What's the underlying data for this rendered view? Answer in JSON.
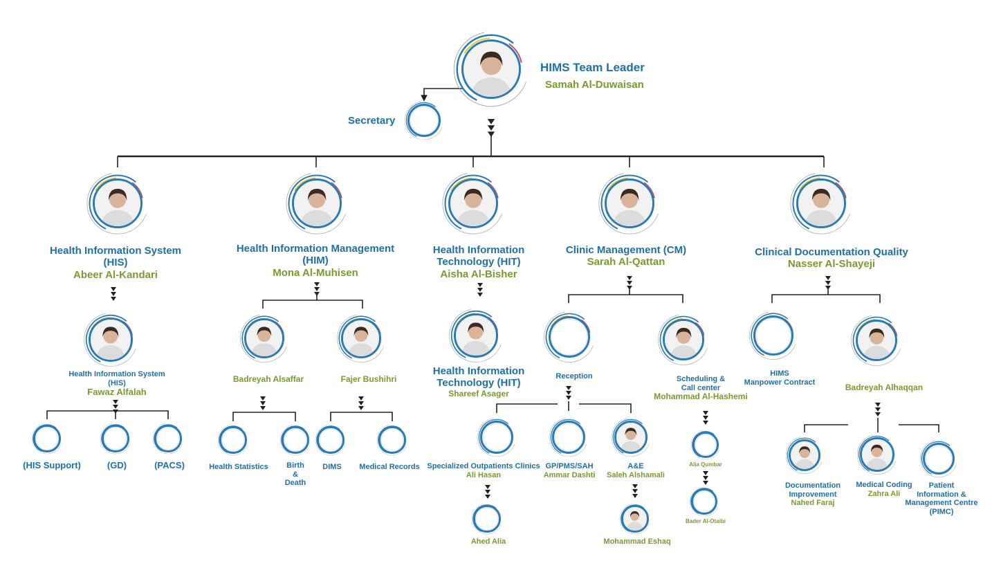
{
  "leader": {
    "title": "HIMS Team Leader",
    "name": "Samah Al-Duwaisan"
  },
  "secretary": {
    "title": "Secretary"
  },
  "depts": [
    {
      "title_l1": "Health Information System",
      "title_l2": "(HIS)",
      "name": "Abeer Al-Kandari"
    },
    {
      "title_l1": "Health Information Management",
      "title_l2": "(HIM)",
      "name": "Mona Al-Muhisen"
    },
    {
      "title_l1": "Health Information",
      "title_l2": "Technology (HIT)",
      "name": "Aisha Al-Bisher"
    },
    {
      "title_l1": "Clinic Management (CM)",
      "name": "Sarah Al-Qattan"
    },
    {
      "title_l1": "Clinical Documentation Quality",
      "name": "Nasser Al-Shayeji"
    }
  ],
  "his": {
    "sub_title_l1": "Health Information System",
    "sub_title_l2": "(HIS)",
    "sub_name": "Fawaz Alfalah",
    "units": [
      "(HIS Support)",
      "(GD)",
      "(PACS)"
    ]
  },
  "him": {
    "left_name": "Badreyah Alsaffar",
    "right_name": "Fajer Bushihri",
    "left_units": [
      "Health Statistics",
      "Birth",
      "&",
      "Death"
    ],
    "right_units": [
      "DIMS",
      "Medical Records"
    ]
  },
  "hit": {
    "sub_title_l1": "Health Information",
    "sub_title_l2": "Technology (HIT)",
    "sub_name": "Shareef Asager"
  },
  "cm": {
    "reception": "Reception",
    "sched_l1": "Scheduling &",
    "sched_l2": "Call center",
    "sched_name": "Mohammad Al-Hashemi",
    "clinics_title": "Specialized Outpatients Clinics",
    "clinics_name": "Ali Hasan",
    "clinics_sub": "Ahed Alia",
    "gp_title": "GP/PMS/SAH",
    "gp_name": "Ammar Dashti",
    "ae_title": "A&E",
    "ae_name": "Saleh Alshamali",
    "ae_sub": "Mohammad Eshaq",
    "sched_sub1": "Alia Qumbar",
    "sched_sub2": "Bader Al-Otaibi"
  },
  "cdq": {
    "manpower_l1": "HIMS",
    "manpower_l2": "Manpower Contract",
    "sub_name": "Badreyah Alhaqqan",
    "doc_l1": "Documentation",
    "doc_l2": "Improvement",
    "doc_name": "Nahed Faraj",
    "coding_title": "Medical Coding",
    "coding_name": "Zahra Ali",
    "pimc_l1": "Patient",
    "pimc_l2": "Information &",
    "pimc_l3": "Management Centre",
    "pimc_l4": "(PIMC)"
  },
  "colors": {
    "title": "#1f6fa8",
    "name": "#7a9a2e",
    "ring_blue": "#2a7ab5",
    "ring_yellow": "#e8c21c",
    "ring_red": "#c94343",
    "line": "#222222"
  },
  "icons": [
    "person-avatar-icon",
    "triple-chevron-down-icon"
  ]
}
